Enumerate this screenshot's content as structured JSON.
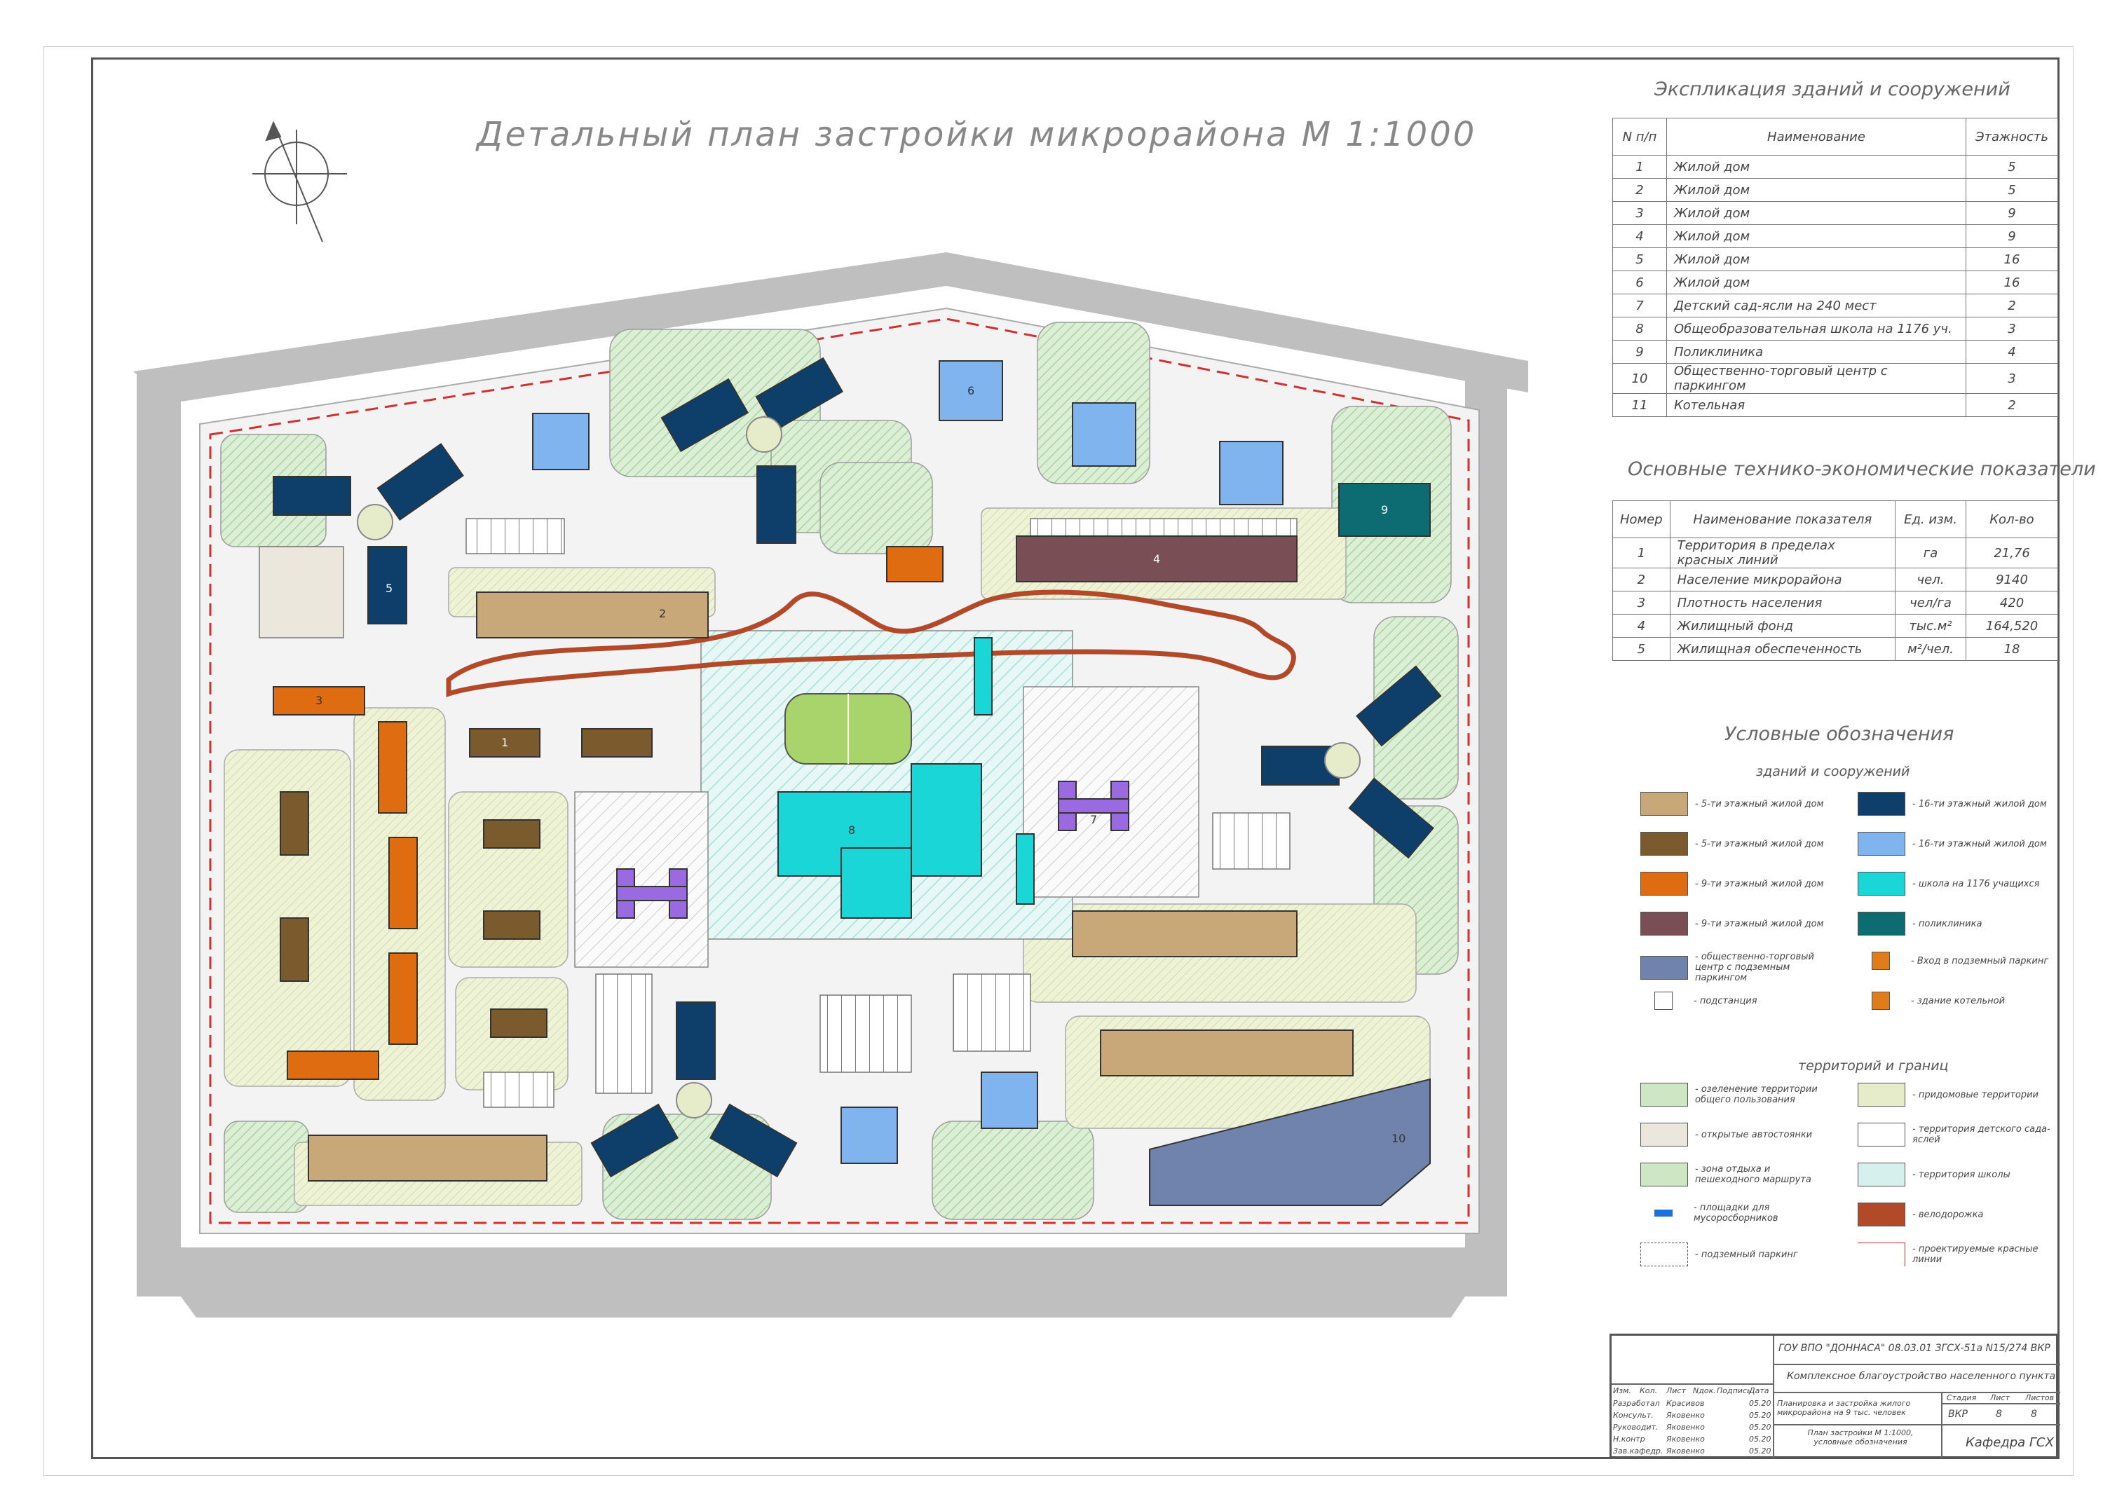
{
  "map_title": "Детальный план застройки микрорайона М 1:1000",
  "explication": {
    "title": "Экспликация зданий и сооружений",
    "headers": [
      "N п/п",
      "Наименование",
      "Этажность"
    ],
    "rows": [
      [
        "1",
        "Жилой дом",
        "5"
      ],
      [
        "2",
        "Жилой дом",
        "5"
      ],
      [
        "3",
        "Жилой дом",
        "9"
      ],
      [
        "4",
        "Жилой дом",
        "9"
      ],
      [
        "5",
        "Жилой дом",
        "16"
      ],
      [
        "6",
        "Жилой дом",
        "16"
      ],
      [
        "7",
        "Детский сад-ясли на 240 мест",
        "2"
      ],
      [
        "8",
        "Общеобразовательная школа на 1176 уч.",
        "3"
      ],
      [
        "9",
        "Поликлиника",
        "4"
      ],
      [
        "10",
        "Общественно-торговый центр с паркингом",
        "3"
      ],
      [
        "11",
        "Котельная",
        "2"
      ]
    ]
  },
  "indicators": {
    "title": "Основные технико-экономические показатели",
    "headers": [
      "Номер",
      "Наименование показателя",
      "Ед. изм.",
      "Кол-во"
    ],
    "rows": [
      [
        "1",
        "Территория в пределах красных линий",
        "га",
        "21,76"
      ],
      [
        "2",
        "Население микрорайона",
        "чел.",
        "9140"
      ],
      [
        "3",
        "Плотность населения",
        "чел/га",
        "420"
      ],
      [
        "4",
        "Жилищный фонд",
        "тыс.м²",
        "164,520"
      ],
      [
        "5",
        "Жилищная обеспеченность",
        "м²/чел.",
        "18"
      ]
    ]
  },
  "legend": {
    "title": "Условные обозначения",
    "buildings_subtitle": "зданий и сооружений",
    "territory_subtitle": "территорий и границ",
    "buildings": [
      {
        "label": "- 5-ти этажный жилой дом",
        "color": "#c8a779"
      },
      {
        "label": "- 16-ти этажный жилой дом",
        "color": "#0d3f6a"
      },
      {
        "label": "- 5-ти этажный жилой дом",
        "color": "#7b5a2d"
      },
      {
        "label": "- 16-ти этажный жилой дом",
        "color": "#7fb4ee"
      },
      {
        "label": "- 9-ти этажный жилой дом",
        "color": "#e06c12"
      },
      {
        "label": "- школа на 1176 учащихся",
        "color": "#1ad6d6"
      },
      {
        "label": "- 9-ти этажный жилой дом",
        "color": "#7a4e55"
      },
      {
        "label": "- поликлиника",
        "color": "#0d6b72"
      },
      {
        "label": "- общественно-торговый центр с подземным паркингом",
        "color": "#6f83ac"
      },
      {
        "label": "- Вход в подземный паркинг",
        "color": "#e07d1a"
      },
      {
        "label": "- подстанция",
        "color": "#ffffff"
      },
      {
        "label": "- здание котельной",
        "color": "#e07d1a"
      }
    ],
    "territories": [
      {
        "label": "- озеленение территории общего пользования",
        "color": "#cfe6c4"
      },
      {
        "label": "- придомовые территории",
        "color": "#e6ecc9"
      },
      {
        "label": "- открытые автостоянки",
        "color": "#ebe7dd"
      },
      {
        "label": "- территория детского сада-яслей",
        "color": "#ffffff"
      },
      {
        "label": "- зона отдыха и пешеходного маршрута",
        "color": "#cfe6c4"
      },
      {
        "label": "- территория школы",
        "color": "#d6f0ee"
      },
      {
        "label": "- площадки для мусоросборников",
        "color": "#1f6fd8"
      },
      {
        "label": "- велодорожка",
        "color": "#b24a2a"
      },
      {
        "label": "- подземный паркинг",
        "color": "#ffffff"
      },
      {
        "label": "- проектируемые красные линии",
        "color": "#d23030"
      }
    ]
  },
  "map_labels": {
    "b1": "1",
    "b2": "2",
    "b3": "3",
    "b4": "4",
    "b5": "5",
    "b6": "6",
    "b7": "7",
    "b8": "8",
    "b9": "9",
    "b10": "10"
  },
  "title_block": {
    "code": "ГОУ ВПО \"ДОННАСА\" 08.03.01 ЗГСХ-51а N15/274 ВКР",
    "subject": "Комплексное благоустройство населенного пункта",
    "project": "Планировка и застройка жилого микрорайона на 9 тыс. человек",
    "sheet_title": "План застройки М 1:1000, условные обозначения",
    "stage_label": "Стадия",
    "stage": "ВКР",
    "sheet_label": "Лист",
    "sheet": "8",
    "sheets_label": "Листов",
    "sheets": "8",
    "department": "Кафедра ГСХ",
    "col_headers": [
      "Изм.",
      "Кол.",
      "Лист",
      "Nдок.",
      "Подпись",
      "Дата"
    ],
    "people": [
      [
        "Разработал",
        "Красивов",
        "05.20"
      ],
      [
        "Консульт.",
        "Яковенко",
        "05.20"
      ],
      [
        "Руководит.",
        "Яковенко",
        "05.20"
      ],
      [
        "Н.контр",
        "Яковенко",
        "05.20"
      ],
      [
        "Зав.кафедр.",
        "Яковенко",
        "05.20"
      ]
    ]
  }
}
